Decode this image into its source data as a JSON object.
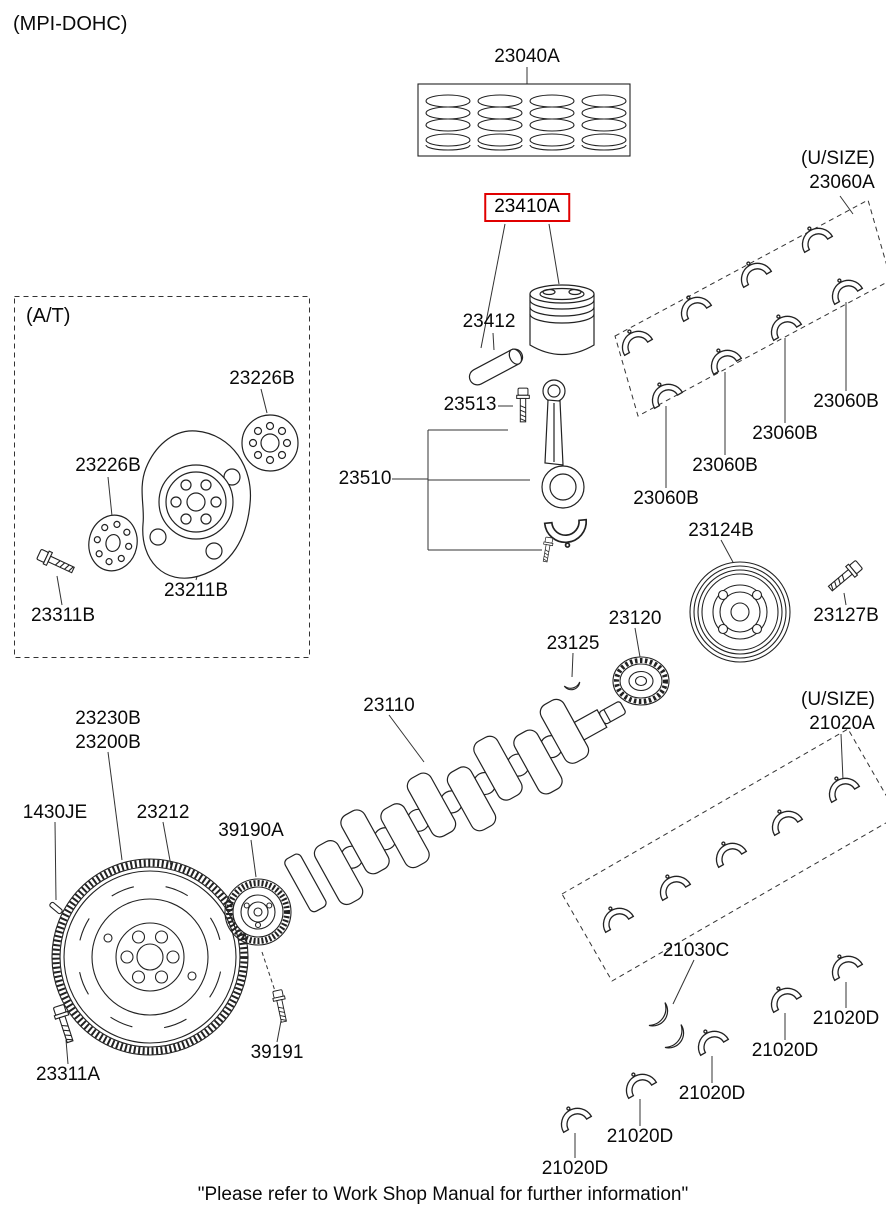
{
  "diagram": {
    "engine_code": "(MPI-DOHC)",
    "footer_note": "\"Please refer to Work Shop Manual for further information\"",
    "highlight_color": "#e00000"
  },
  "parts": {
    "piston_ring_set": "23040A",
    "undersize_note_rod": "(U/SIZE)",
    "rod_bearing_set": "23060A",
    "piston_conrod_assembly": "23410A",
    "piston_pin": "23412",
    "conrod_bolt": "23513",
    "connecting_rod": "23510",
    "at_group": "(A/T)",
    "at_adapter_plate": "23226B",
    "at_drive_plate": "23211B",
    "at_plate_bolt": "23311B",
    "rod_bearing": "23060B",
    "damper_pulley": "23124B",
    "pulley_bolt": "23127B",
    "crankshaft_sprocket": "23120",
    "woodruff_key": "23125",
    "crankshaft": "23110",
    "flywheel_assembly": "23230B",
    "flywheel": "23200B",
    "dowel_pin": "1430JE",
    "ring_gear": "23212",
    "crank_position_wheel": "39190A",
    "position_wheel_bolt": "39191",
    "flywheel_bolt": "23311A",
    "undersize_note_main": "(U/SIZE)",
    "main_bearing_set": "21020A",
    "thrust_bearing": "21030C",
    "main_bearing": "21020D"
  }
}
